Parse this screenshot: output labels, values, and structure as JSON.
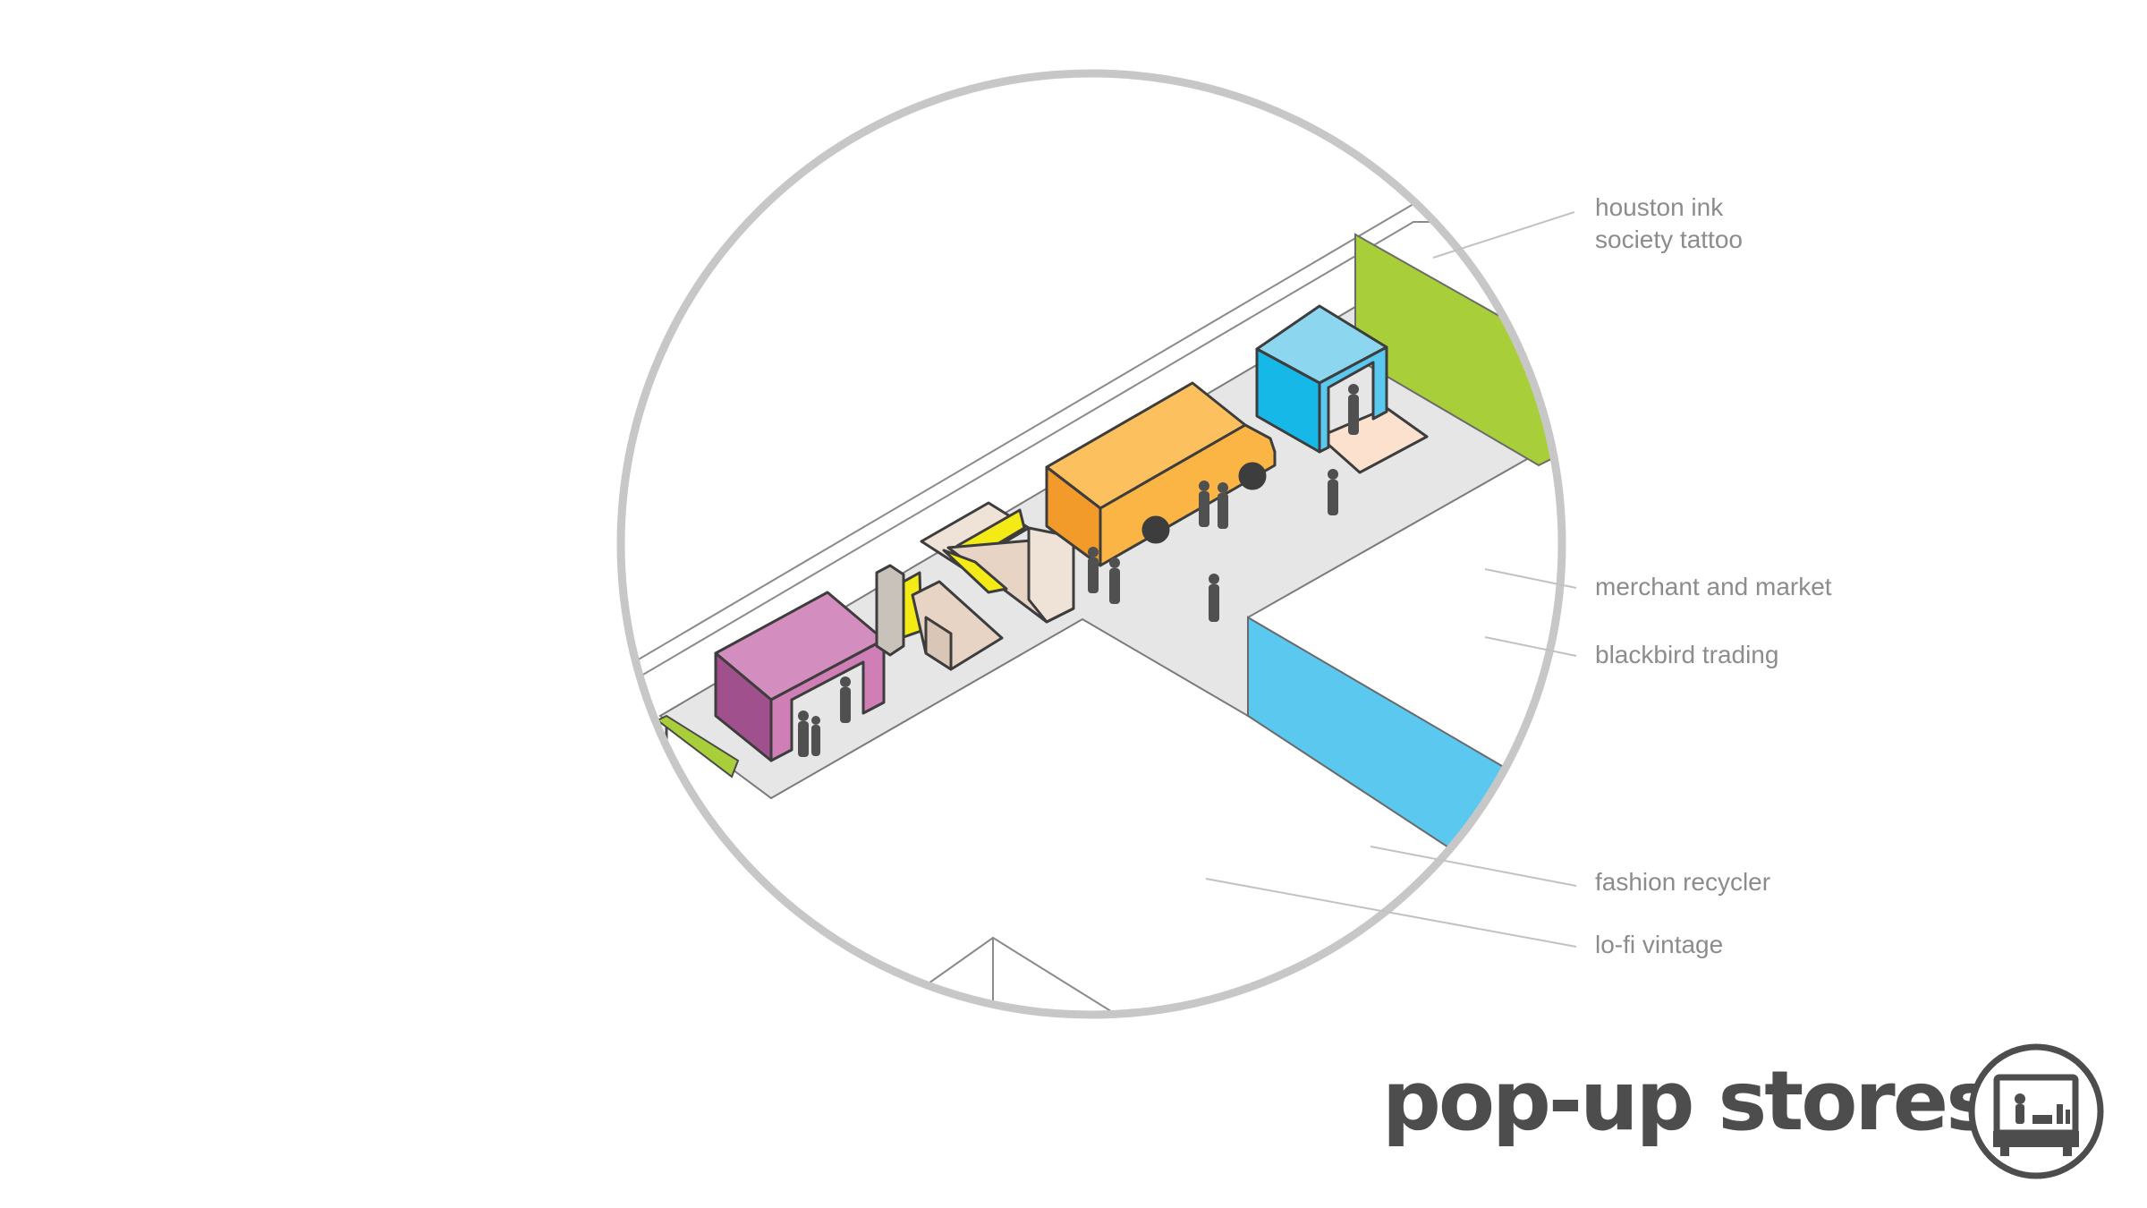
{
  "labels": {
    "houston_ink_line1": "houston ink",
    "houston_ink_line2": "society tattoo",
    "merchant_and_market": "merchant and market",
    "blackbird_trading": "blackbird trading",
    "fashion_recycler": "fashion recycler",
    "lo_fi_vintage": "lo-fi vintage"
  },
  "title": "pop-up stores",
  "colors": {
    "green": "#a8cf3a",
    "blue": "#5bc8ef",
    "cyan_box": "#16b8e8",
    "magenta": "#cf7fb6",
    "magenta_dark": "#a0508c",
    "orange": "#fbb545",
    "orange_dark": "#f39b2a",
    "yellow": "#f3ea16",
    "beige": "#e8d4c4",
    "peach": "#fde1cf",
    "ground": "#e6e6e7",
    "circle": "#c7c7c7",
    "label": "#8c8c8c",
    "title": "#4d4d4d"
  },
  "icons": [
    "pop-up-store-badge-icon"
  ]
}
